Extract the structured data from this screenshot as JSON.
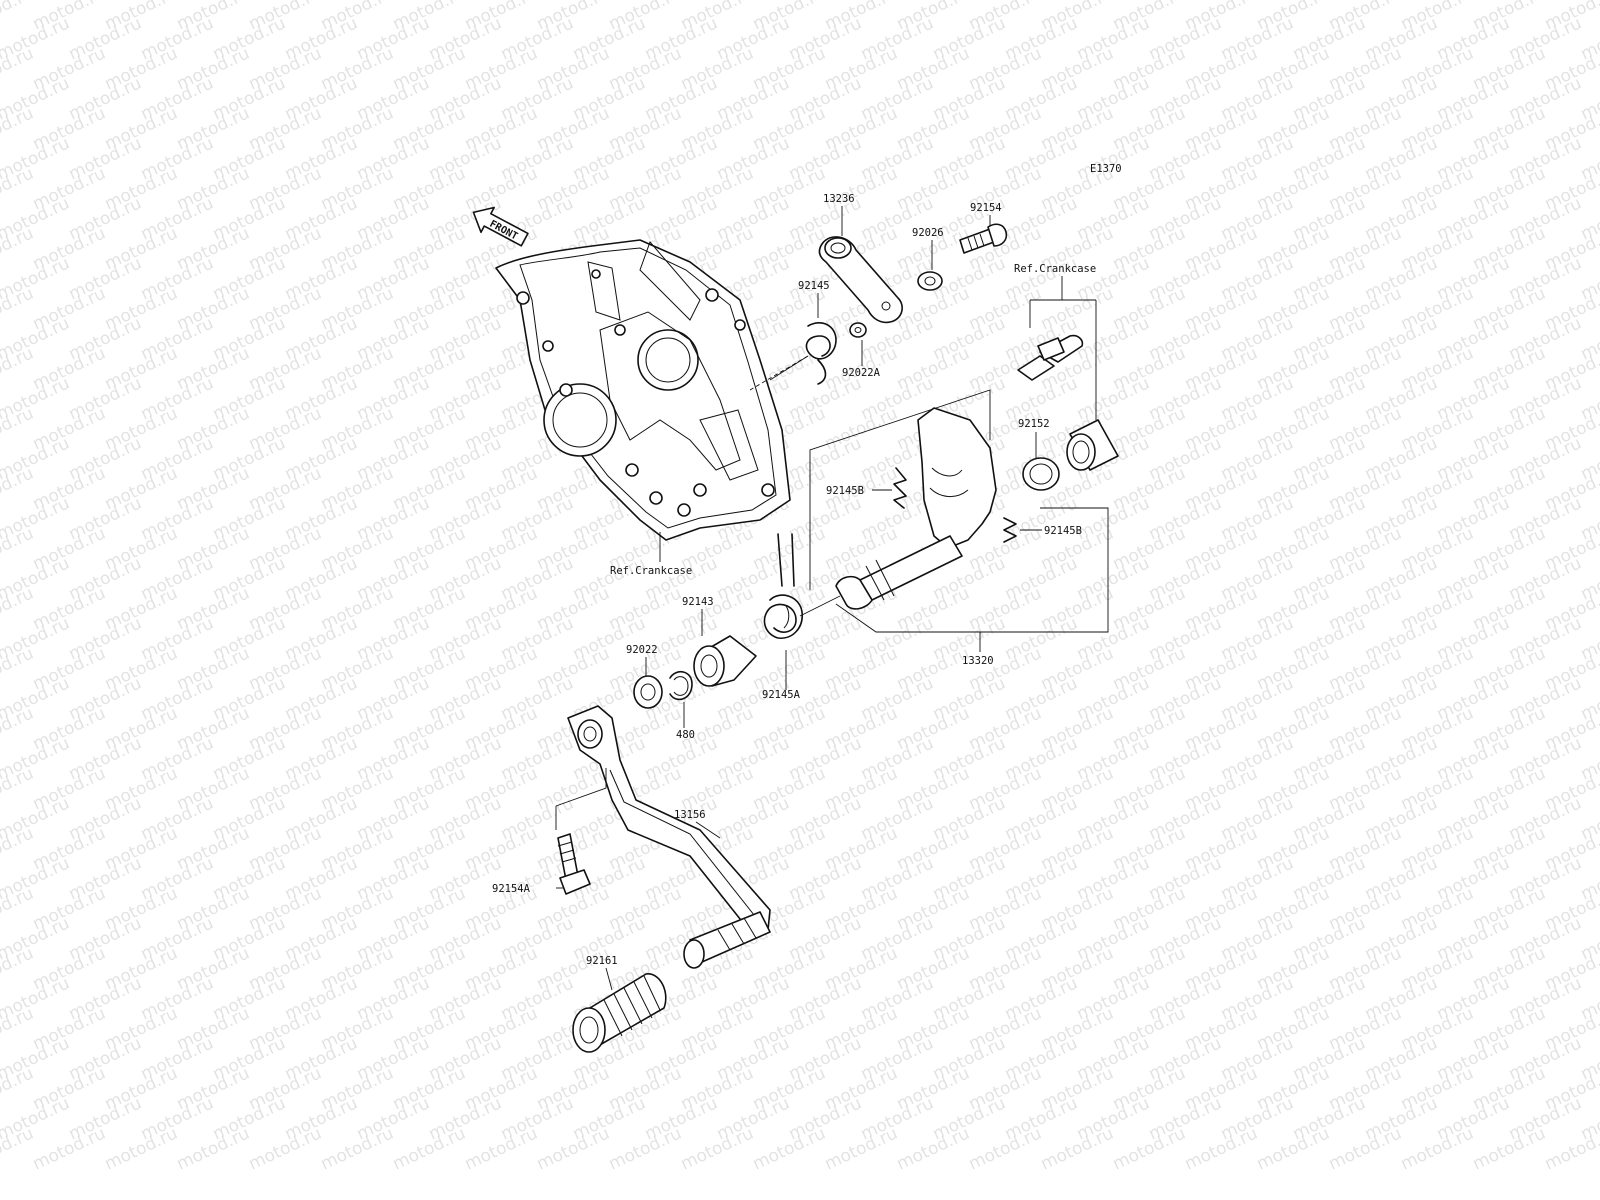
{
  "diagram": {
    "code": "E1370",
    "front_arrow_text": "FRONT",
    "watermark": "motod.ru",
    "labels": {
      "p13236": "13236",
      "p92026": "92026",
      "p92154": "92154",
      "ref_crankcase_top": "Ref.Crankcase",
      "p92145": "92145",
      "p92022A": "92022A",
      "p92152": "92152",
      "p92145B_left": "92145B",
      "p92145B_right": "92145B",
      "ref_crankcase_bottom": "Ref.Crankcase",
      "p13320": "13320",
      "p92143": "92143",
      "p92022": "92022",
      "p92145A": "92145A",
      "p480": "480",
      "p13156": "13156",
      "p92154A": "92154A",
      "p92161": "92161"
    }
  }
}
